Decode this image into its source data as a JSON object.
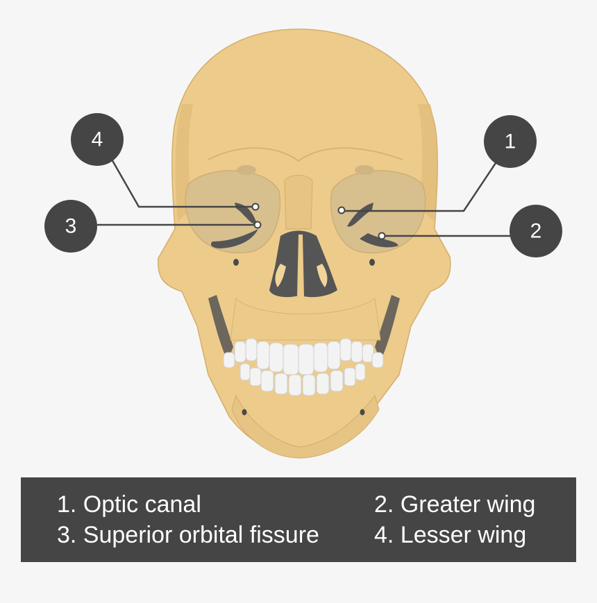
{
  "callouts": [
    {
      "number": "1"
    },
    {
      "number": "2"
    },
    {
      "number": "3"
    },
    {
      "number": "4"
    }
  ],
  "legend": {
    "items": [
      "1. Optic canal",
      "2. Greater wing",
      "3. Superior orbital fissure",
      "4. Lesser wing"
    ]
  },
  "colors": {
    "background": "#f6f6f6",
    "bone": "#edcb8b",
    "bone_shadow": "#d9b372",
    "orbit": "#d8bf8e",
    "dark_cavity": "#555555",
    "teeth": "#f3f3f3",
    "callout_circle": "#454545",
    "legend_box": "#454545"
  }
}
